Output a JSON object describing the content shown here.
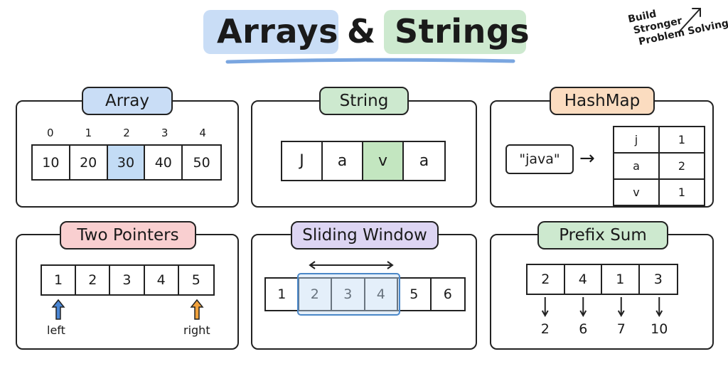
{
  "title": {
    "part1": "Arrays",
    "amp": "&",
    "part2": "Strings"
  },
  "tagline": [
    "Build",
    "Stronger",
    "Problem Solving"
  ],
  "colors": {
    "blue": "#c9ddf6",
    "green": "#cde9cf",
    "orange": "#fbdcc0",
    "pink": "#f9cfd0",
    "purple": "#ddd5f3",
    "highlight_blue": "#c3dcf5",
    "highlight_green": "#c3e6c0",
    "window": "#4a87c8",
    "arrow_blue": "#4a86d4",
    "arrow_orange": "#f0a13c"
  },
  "array": {
    "title": "Array",
    "indices": [
      "0",
      "1",
      "2",
      "3",
      "4"
    ],
    "values": [
      "10",
      "20",
      "30",
      "40",
      "50"
    ],
    "highlight_index": 2
  },
  "string": {
    "title": "String",
    "chars": [
      "J",
      "a",
      "v",
      "a"
    ],
    "highlight_index": 2
  },
  "hashmap": {
    "title": "HashMap",
    "key": "\"java\"",
    "arrow": "→",
    "rows": [
      [
        "j",
        "1"
      ],
      [
        "a",
        "2"
      ],
      [
        "v",
        "1"
      ]
    ]
  },
  "two_pointers": {
    "title": "Two Pointers",
    "values": [
      "1",
      "2",
      "3",
      "4",
      "5"
    ],
    "left_label": "left",
    "right_label": "right"
  },
  "sliding_window": {
    "title": "Sliding Window",
    "values": [
      "1",
      "2",
      "3",
      "4",
      "5",
      "6"
    ],
    "window": [
      1,
      3
    ]
  },
  "prefix_sum": {
    "title": "Prefix Sum",
    "values": [
      "2",
      "4",
      "1",
      "3"
    ],
    "sums": [
      "2",
      "6",
      "7",
      "10"
    ]
  }
}
